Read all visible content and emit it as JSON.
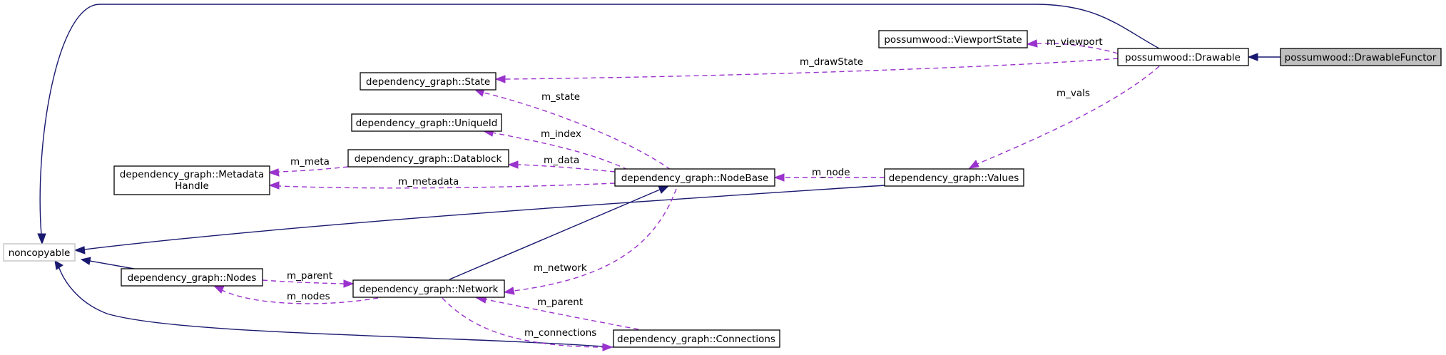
{
  "colors": {
    "inheritance_edge": "#191970",
    "usage_edge": "#9a32cd",
    "highlighted_node_fill": "#bfbfbf",
    "external_node_border": "#bfbfbf"
  },
  "nodes": {
    "drawable_functor": "possumwood::DrawableFunctor",
    "drawable": "possumwood::Drawable",
    "viewport_state": "possumwood::ViewportState",
    "state": "dependency_graph::State",
    "unique_id": "dependency_graph::UniqueId",
    "datablock": "dependency_graph::Datablock",
    "metadata_handle_line1": "dependency_graph::Metadata",
    "metadata_handle_line2": "Handle",
    "node_base": "dependency_graph::NodeBase",
    "values": "dependency_graph::Values",
    "noncopyable": "noncopyable",
    "nodes": "dependency_graph::Nodes",
    "network": "dependency_graph::Network",
    "connections": "dependency_graph::Connections"
  },
  "edge_labels": {
    "m_viewport": "m_viewport",
    "m_drawState": "m_drawState",
    "m_vals": "m_vals",
    "m_state": "m_state",
    "m_index": "m_index",
    "m_data": "m_data",
    "m_meta": "m_meta",
    "m_metadata": "m_metadata",
    "m_node": "m_node",
    "m_network": "m_network",
    "m_parent_nodes": "m_parent",
    "m_nodes": "m_nodes",
    "m_parent_connections": "m_parent",
    "m_connections": "m_connections"
  }
}
